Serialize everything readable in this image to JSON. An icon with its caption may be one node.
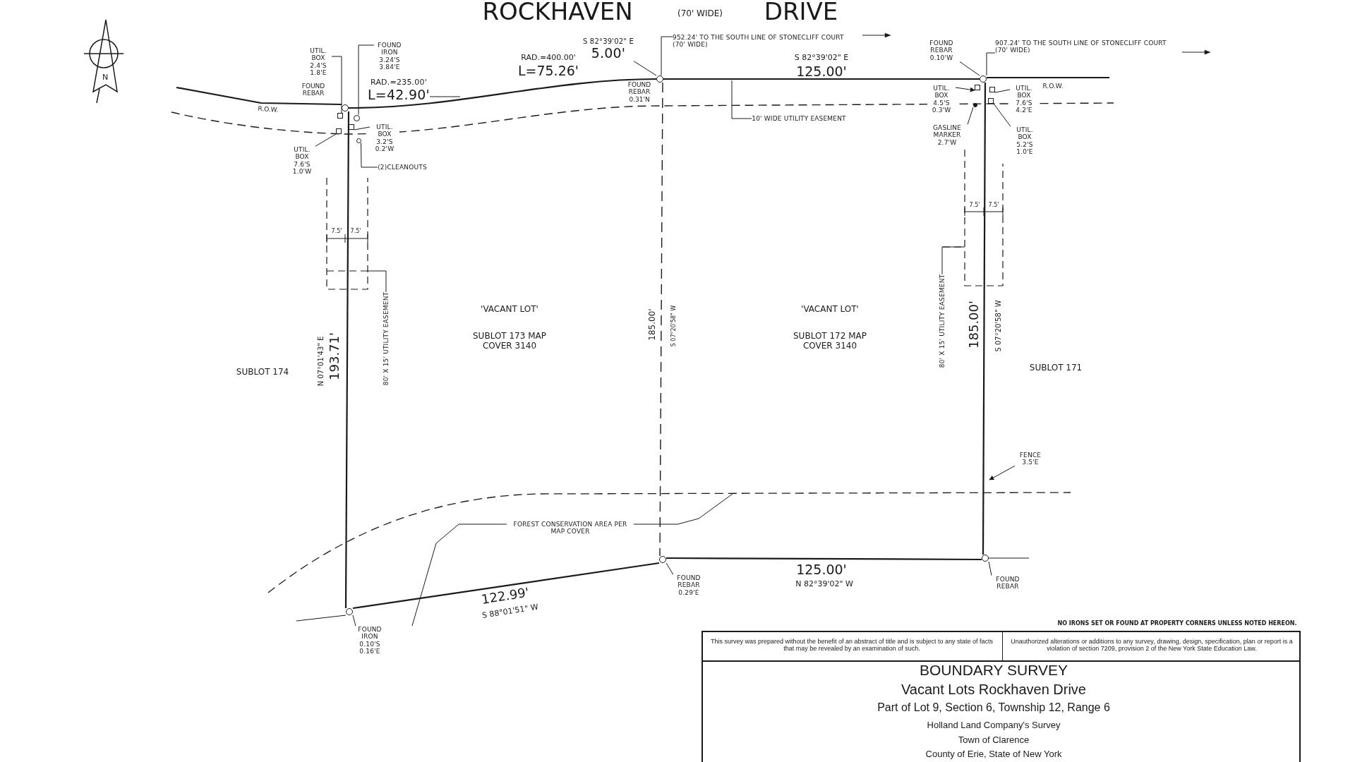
{
  "diagram": {
    "nodes": [
      {
        "text": [
          "UTIL. BOX 2.4'S 1.8'E"
        ]
      },
      {
        "text": [
          "FOUND IRON 3.24'S 3.84'E"
        ]
      },
      {
        "text": [
          "UTIL. BOX 3.2'S 0.2'W"
        ]
      },
      {
        "text": [
          "UTIL. BOX 7.6'S 1.0'W"
        ]
      },
      {
        "text": [
          "(2)CLEANOUTS"
        ]
      },
      {
        "text": [
          "RAD.=235.00'",
          "L=42.90'"
        ]
      },
      {
        "text": [
          "S 82°39'02\" E",
          "5.00'"
        ]
      },
      {
        "text": [
          "952.24' TO THE SOUTH LINE OF STONECLIFF COURT (70' WIDE)"
        ]
      },
      {
        "text": [
          "10' WIDE UTILITY EASEMENT"
        ]
      },
      {
        "text": [
          "FOUND REBAR 0.10'W"
        ]
      },
      {
        "text": [
          "907.24' TO THE SOUTH LINE OF STONECLIFF COURT (70' WIDE)"
        ]
      },
      {
        "text": [
          "UTIL. BOX 4.5'S 0.3'W"
        ]
      },
      {
        "text": [
          "UTIL. BOX 7.6'S 4.2'E"
        ]
      },
      {
        "text": [
          "GASLINE MARKER 2.7'W"
        ]
      },
      {
        "text": [
          "UTIL. BOX 5.2'S 1.0'E"
        ]
      },
      {
        "text": [
          "80' X 15' UTILITY EASEMENT"
        ]
      },
      {
        "text": [
          "80' X 15' UTILITY EASEMENT"
        ]
      },
      {
        "text": [
          "FENCE 3.5'E"
        ]
      },
      {
        "text": [
          "FOREST CONSERVATION AREA PER MAP COVER"
        ]
      },
      {
        "text": [
          "FOUND REBAR 0.29'E"
        ]
      },
      {
        "text": [
          "FOUND REBAR"
        ]
      },
      {
        "text": [
          "FOUND IRON 0.10'S 0.16'E"
        ]
      },
      {
        "text": [],
        "shape": "circle"
      },
      {
        "text": [],
        "shape": "circle"
      },
      {
        "text": [],
        "shape": "box"
      },
      {
        "text": [],
        "shape": "box"
      },
      {
        "text": [],
        "shape": "box"
      },
      {
        "text": [],
        "shape": "circle"
      },
      {
        "text": [],
        "shape": "circle"
      },
      {
        "text": [],
        "shape": "circle"
      },
      {
        "text": [],
        "shape": "box"
      },
      {
        "text": [],
        "shape": "box"
      },
      {
        "text": [],
        "shape": "circle"
      },
      {
        "text": [],
        "shape": "box"
      },
      {
        "text": [],
        "shape": "circle"
      },
      {
        "text": [],
        "shape": "circle"
      },
      {
        "text": [],
        "shape": "circle"
      }
    ],
    "edges": [
      {
        "from": 0,
        "to": 24,
        "arrow": "none"
      },
      {
        "from": 1,
        "to": 23,
        "arrow": "none"
      },
      {
        "from": 2,
        "to": 25,
        "arrow": "none"
      },
      {
        "from": 3,
        "to": 26,
        "arrow": "none"
      },
      {
        "from": 4,
        "to": 27,
        "arrow": "none"
      },
      {
        "from": 5,
        "to": null,
        "arrow": "none"
      },
      {
        "from": 6,
        "to": 28,
        "arrow": "none"
      },
      {
        "from": 7,
        "to": 28,
        "arrow": "none"
      },
      {
        "from": 8,
        "to": null,
        "arrow": "none"
      },
      {
        "from": 9,
        "to": 29,
        "arrow": "none"
      },
      {
        "from": 10,
        "to": 29,
        "arrow": "none"
      },
      {
        "from": 11,
        "to": 30,
        "arrow": "to"
      },
      {
        "from": 12,
        "to": 31,
        "arrow": "none"
      },
      {
        "from": 13,
        "to": 32,
        "arrow": "none"
      },
      {
        "from": 14,
        "to": 33,
        "arrow": "none"
      },
      {
        "from": 15,
        "to": null,
        "arrow": "none"
      },
      {
        "from": 16,
        "to": null,
        "arrow": "none"
      },
      {
        "from": 17,
        "to": null,
        "arrow": "to"
      },
      {
        "from": 18,
        "to": null,
        "arrow": "none"
      },
      {
        "from": 18,
        "to": null,
        "arrow": "none"
      },
      {
        "from": 19,
        "to": 34,
        "arrow": "none"
      },
      {
        "from": 20,
        "to": 35,
        "arrow": "none"
      },
      {
        "from": 21,
        "to": 36,
        "arrow": "none"
      },
      {
        "from": 22,
        "to": 28,
        "arrow": "none"
      },
      {
        "from": 28,
        "to": 29,
        "arrow": "none"
      },
      {
        "from": 29,
        "to": 35,
        "arrow": "none"
      },
      {
        "from": 35,
        "to": 34,
        "arrow": "none"
      },
      {
        "from": 34,
        "to": 36,
        "arrow": "none"
      },
      {
        "from": 36,
        "to": 22,
        "arrow": "none"
      },
      {
        "from": 28,
        "to": 34,
        "arrow": "none",
        "style": "dashed"
      },
      {
        "from": null,
        "to": 22,
        "arrow": "none"
      },
      {
        "from": 29,
        "to": null,
        "arrow": "none"
      },
      {
        "from": null,
        "to": 36,
        "arrow": "none"
      },
      {
        "from": 35,
        "to": null,
        "arrow": "none"
      }
    ],
    "labels": [
      "ROCKHAVEN",
      "(70' WIDE)",
      "DRIVE",
      "N",
      "FOUND REBAR",
      "R.O.W.",
      "RAD.=400.00'",
      "L=75.26'",
      "FOUND REBAR 0.31'N",
      "S 82°39'02\" E",
      "125.00'",
      "R.O.W.",
      "7.5'",
      "7.5'",
      "7.5'",
      "7.5'",
      "'VACANT LOT'",
      "SUBLOT 173 MAP COVER 3140",
      "185.00'",
      "S 07°20'58\" W",
      "'VACANT LOT'",
      "SUBLOT 172 MAP COVER 3140",
      "185.00'",
      "S 07°20'58\" W",
      "SUBLOT 174",
      "N 07°01'43\" E",
      "193.71'",
      "SUBLOT 171",
      "122.99'",
      "S 88°01'51\" W",
      "125.00'",
      "N 82°39'02\" W",
      "NO IRONS SET OR FOUND AT PROPERTY CORNERS UNLESS NOTED HEREON.",
      "This survey was prepared without the benefit of an abstract of title and is subject to any state of facts that may be revealed by an examination of such.",
      "Unauthorized alterations or additions to any survey, drawing, design, specification, plan or report is a violation of section 7209, provision 2 of the New York State Education Law.",
      "BOUNDARY SURVEY",
      "Vacant Lots Rockhaven Drive",
      "Part of Lot 9, Section 6, Township 12, Range 6",
      "Holland Land Company's Survey",
      "Town of Clarence",
      "County of Erie, State of New York"
    ]
  }
}
